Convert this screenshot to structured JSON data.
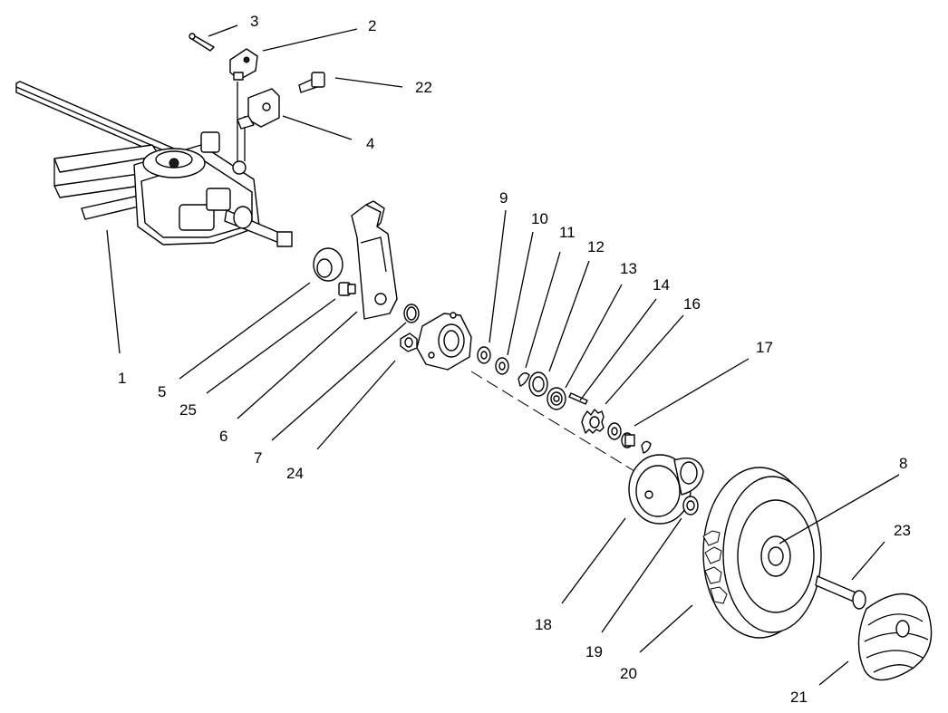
{
  "callouts": {
    "c1": "1",
    "c2": "2",
    "c3": "3",
    "c4": "4",
    "c5": "5",
    "c6": "6",
    "c7": "7",
    "c8": "8",
    "c9": "9",
    "c10": "10",
    "c11": "11",
    "c12": "12",
    "c13": "13",
    "c14": "14",
    "c16": "16",
    "c17": "17",
    "c18": "18",
    "c19": "19",
    "c20": "20",
    "c21": "21",
    "c22": "22",
    "c23": "23",
    "c24": "24",
    "c25": "25"
  }
}
